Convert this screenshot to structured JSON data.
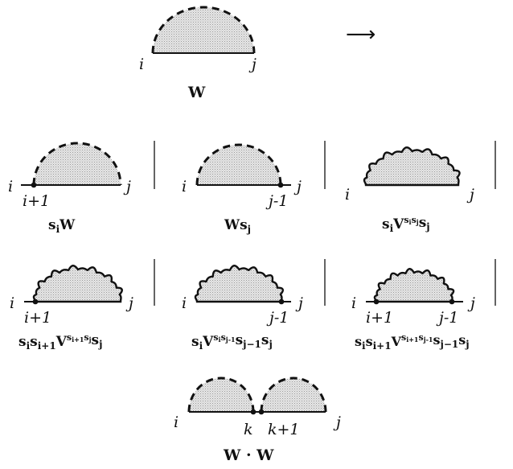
{
  "top": {
    "left_label": "i",
    "right_label": "j",
    "caption": "W",
    "arrow": "⟶"
  },
  "row1": [
    {
      "left_label": "i",
      "right_label": "j",
      "vertex_label": "i+1",
      "caption": "s",
      "caption_sub": "i",
      "caption_tail": "W"
    },
    {
      "left_label": "i",
      "right_label": "j",
      "vertex_label": "j-1",
      "caption": "W",
      "caption_tail": "s",
      "caption_sub": "j"
    },
    {
      "left_label": "i",
      "right_label": "j",
      "caption": "s",
      "caption_sub1": "i",
      "caption_mid": "V",
      "sup1": "s",
      "sup1_sub": "i",
      "sup2": "s",
      "sup2_sub": "j",
      "caption_tail": "s",
      "caption_sub2": "j"
    }
  ],
  "row2": [
    {
      "left_label": "i",
      "right_label": "j",
      "vertex_label": "i+1",
      "caption_parts": [
        "s",
        "i",
        "s",
        "i+1",
        "V",
        "s",
        "i+1",
        "s",
        "j",
        "s",
        "j"
      ]
    },
    {
      "left_label": "i",
      "right_label": "j",
      "vertex_label": "j-1",
      "caption_parts": [
        "s",
        "i",
        "V",
        "s",
        "i",
        "s",
        "j-1",
        "s",
        "j−1",
        "s",
        "j"
      ]
    },
    {
      "left_label": "i",
      "right_label": "j",
      "vertex_label_left": "i+1",
      "vertex_label_right": "j-1",
      "caption_parts": [
        "s",
        "i",
        "s",
        "i+1",
        "V",
        "s",
        "i+1",
        "s",
        "j-1",
        "s",
        "j−1",
        "s",
        "j"
      ]
    }
  ],
  "bottom": {
    "left_label": "i",
    "right_label": "j",
    "mid_left_label": "k",
    "mid_right_label": "k+1",
    "caption": "W · W"
  }
}
